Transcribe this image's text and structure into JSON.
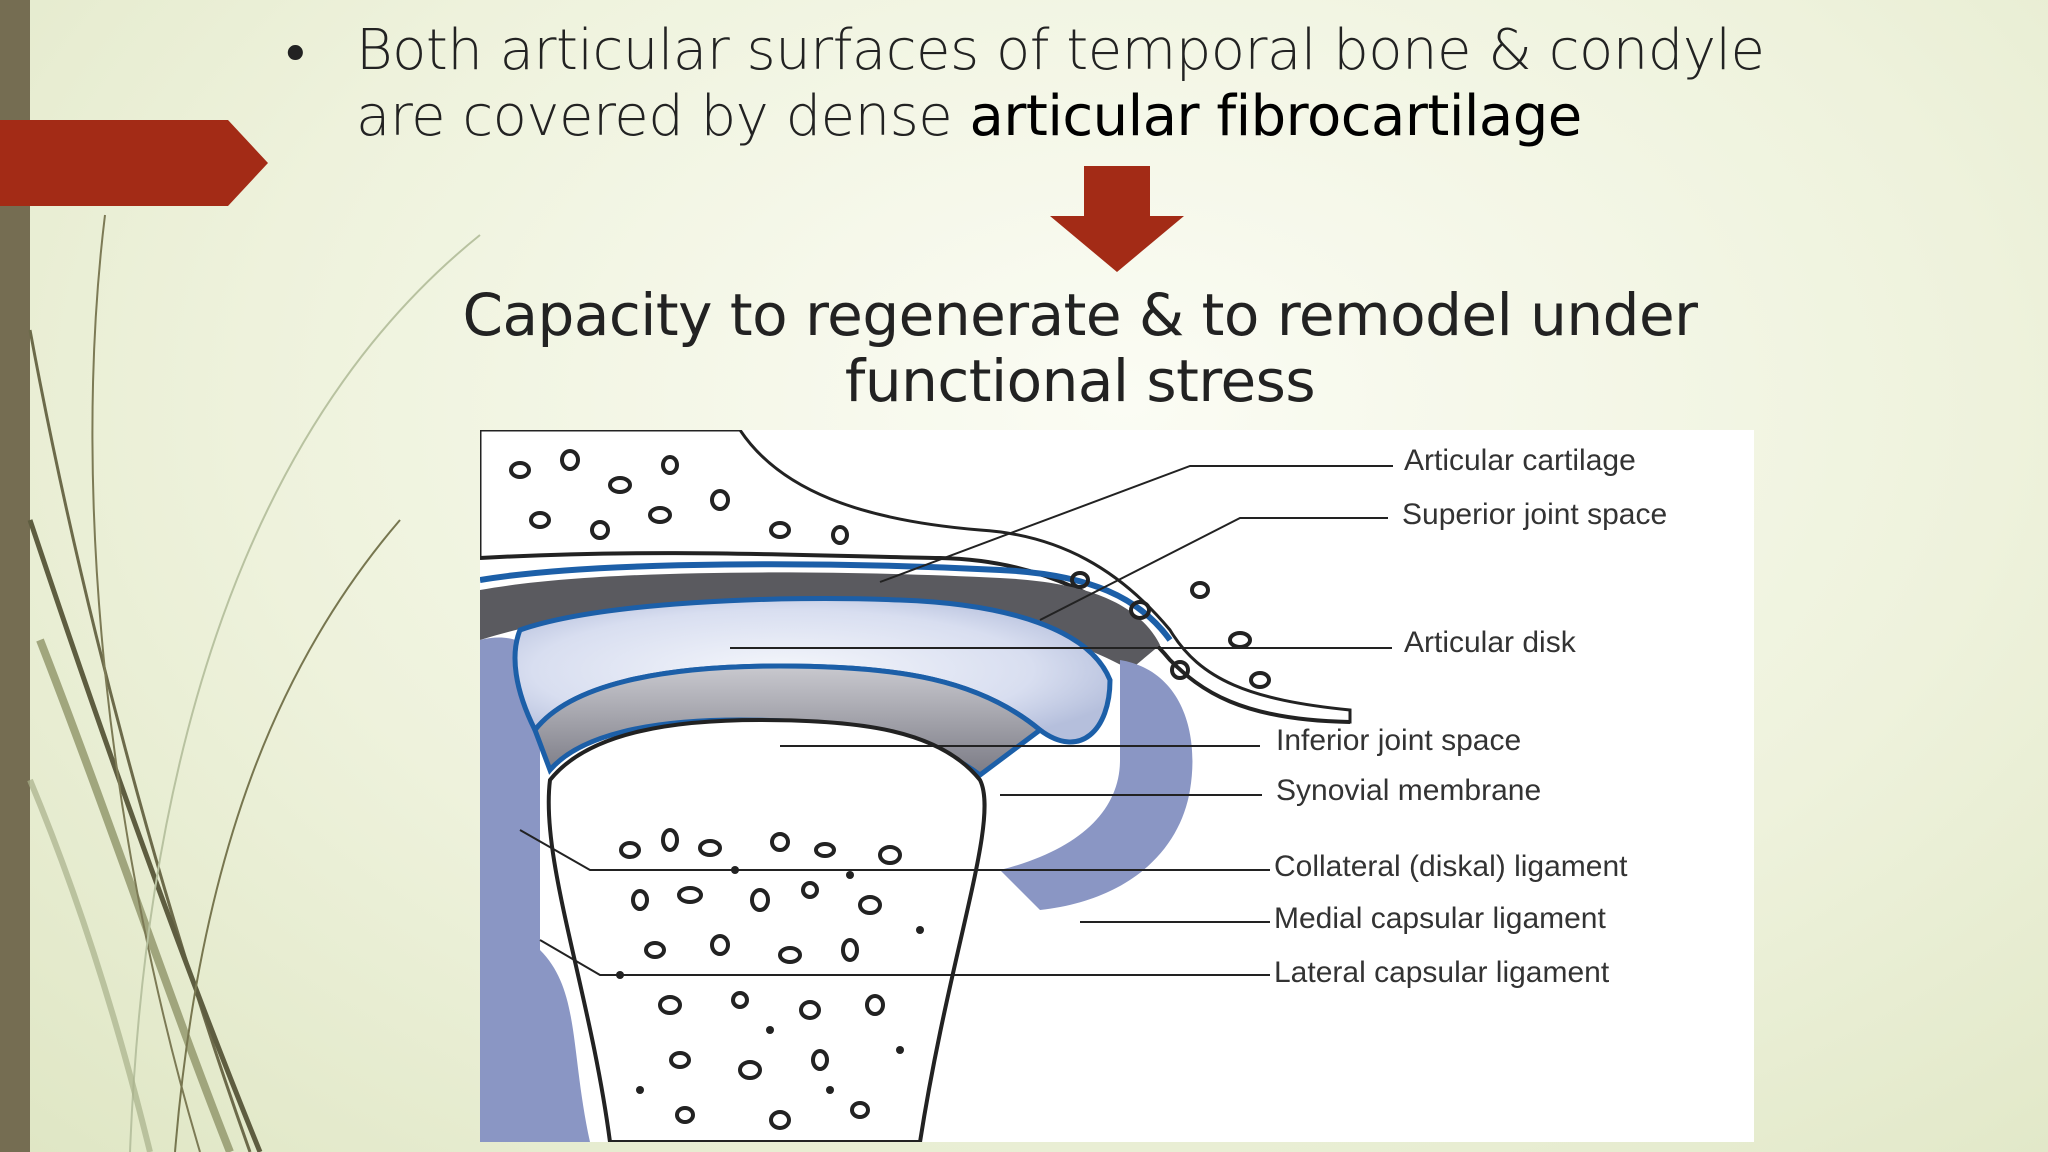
{
  "slide": {
    "bullet_prefix": "Both articular surfaces of temporal bone & condyle are covered by dense ",
    "bullet_bold": "articular fibrocartilage",
    "capacity_text": "Capacity to regenerate & to remodel under functional stress"
  },
  "diagram": {
    "labels": {
      "articular_cartilage": "Articular cartilage",
      "superior_joint_space": "Superior joint space",
      "articular_disk": "Articular disk",
      "inferior_joint_space": "Inferior joint space",
      "synovial_membrane": "Synovial membrane",
      "collateral_ligament": "Collateral (diskal) ligament",
      "medial_capsular_ligament": "Medial capsular ligament",
      "lateral_capsular_ligament": "Lateral capsular ligament"
    }
  },
  "colors": {
    "accent_red": "#a32b16",
    "left_bar": "#756d52",
    "disk_blue": "#1c5fa8"
  },
  "icons": {
    "bullet": "bullet-dot-icon",
    "arrow": "down-arrow-icon"
  }
}
